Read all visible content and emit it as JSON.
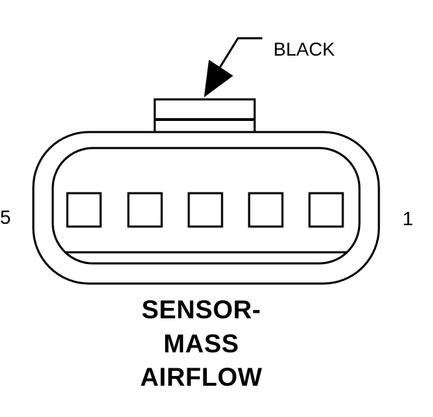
{
  "connector": {
    "color_label": "BLACK",
    "pin_left_label": "5",
    "pin_right_label": "1",
    "pin_count": 5,
    "title_lines": [
      "SENSOR-",
      "MASS",
      "AIRFLOW"
    ]
  },
  "colors": {
    "line": "#000000",
    "background": "#ffffff"
  }
}
